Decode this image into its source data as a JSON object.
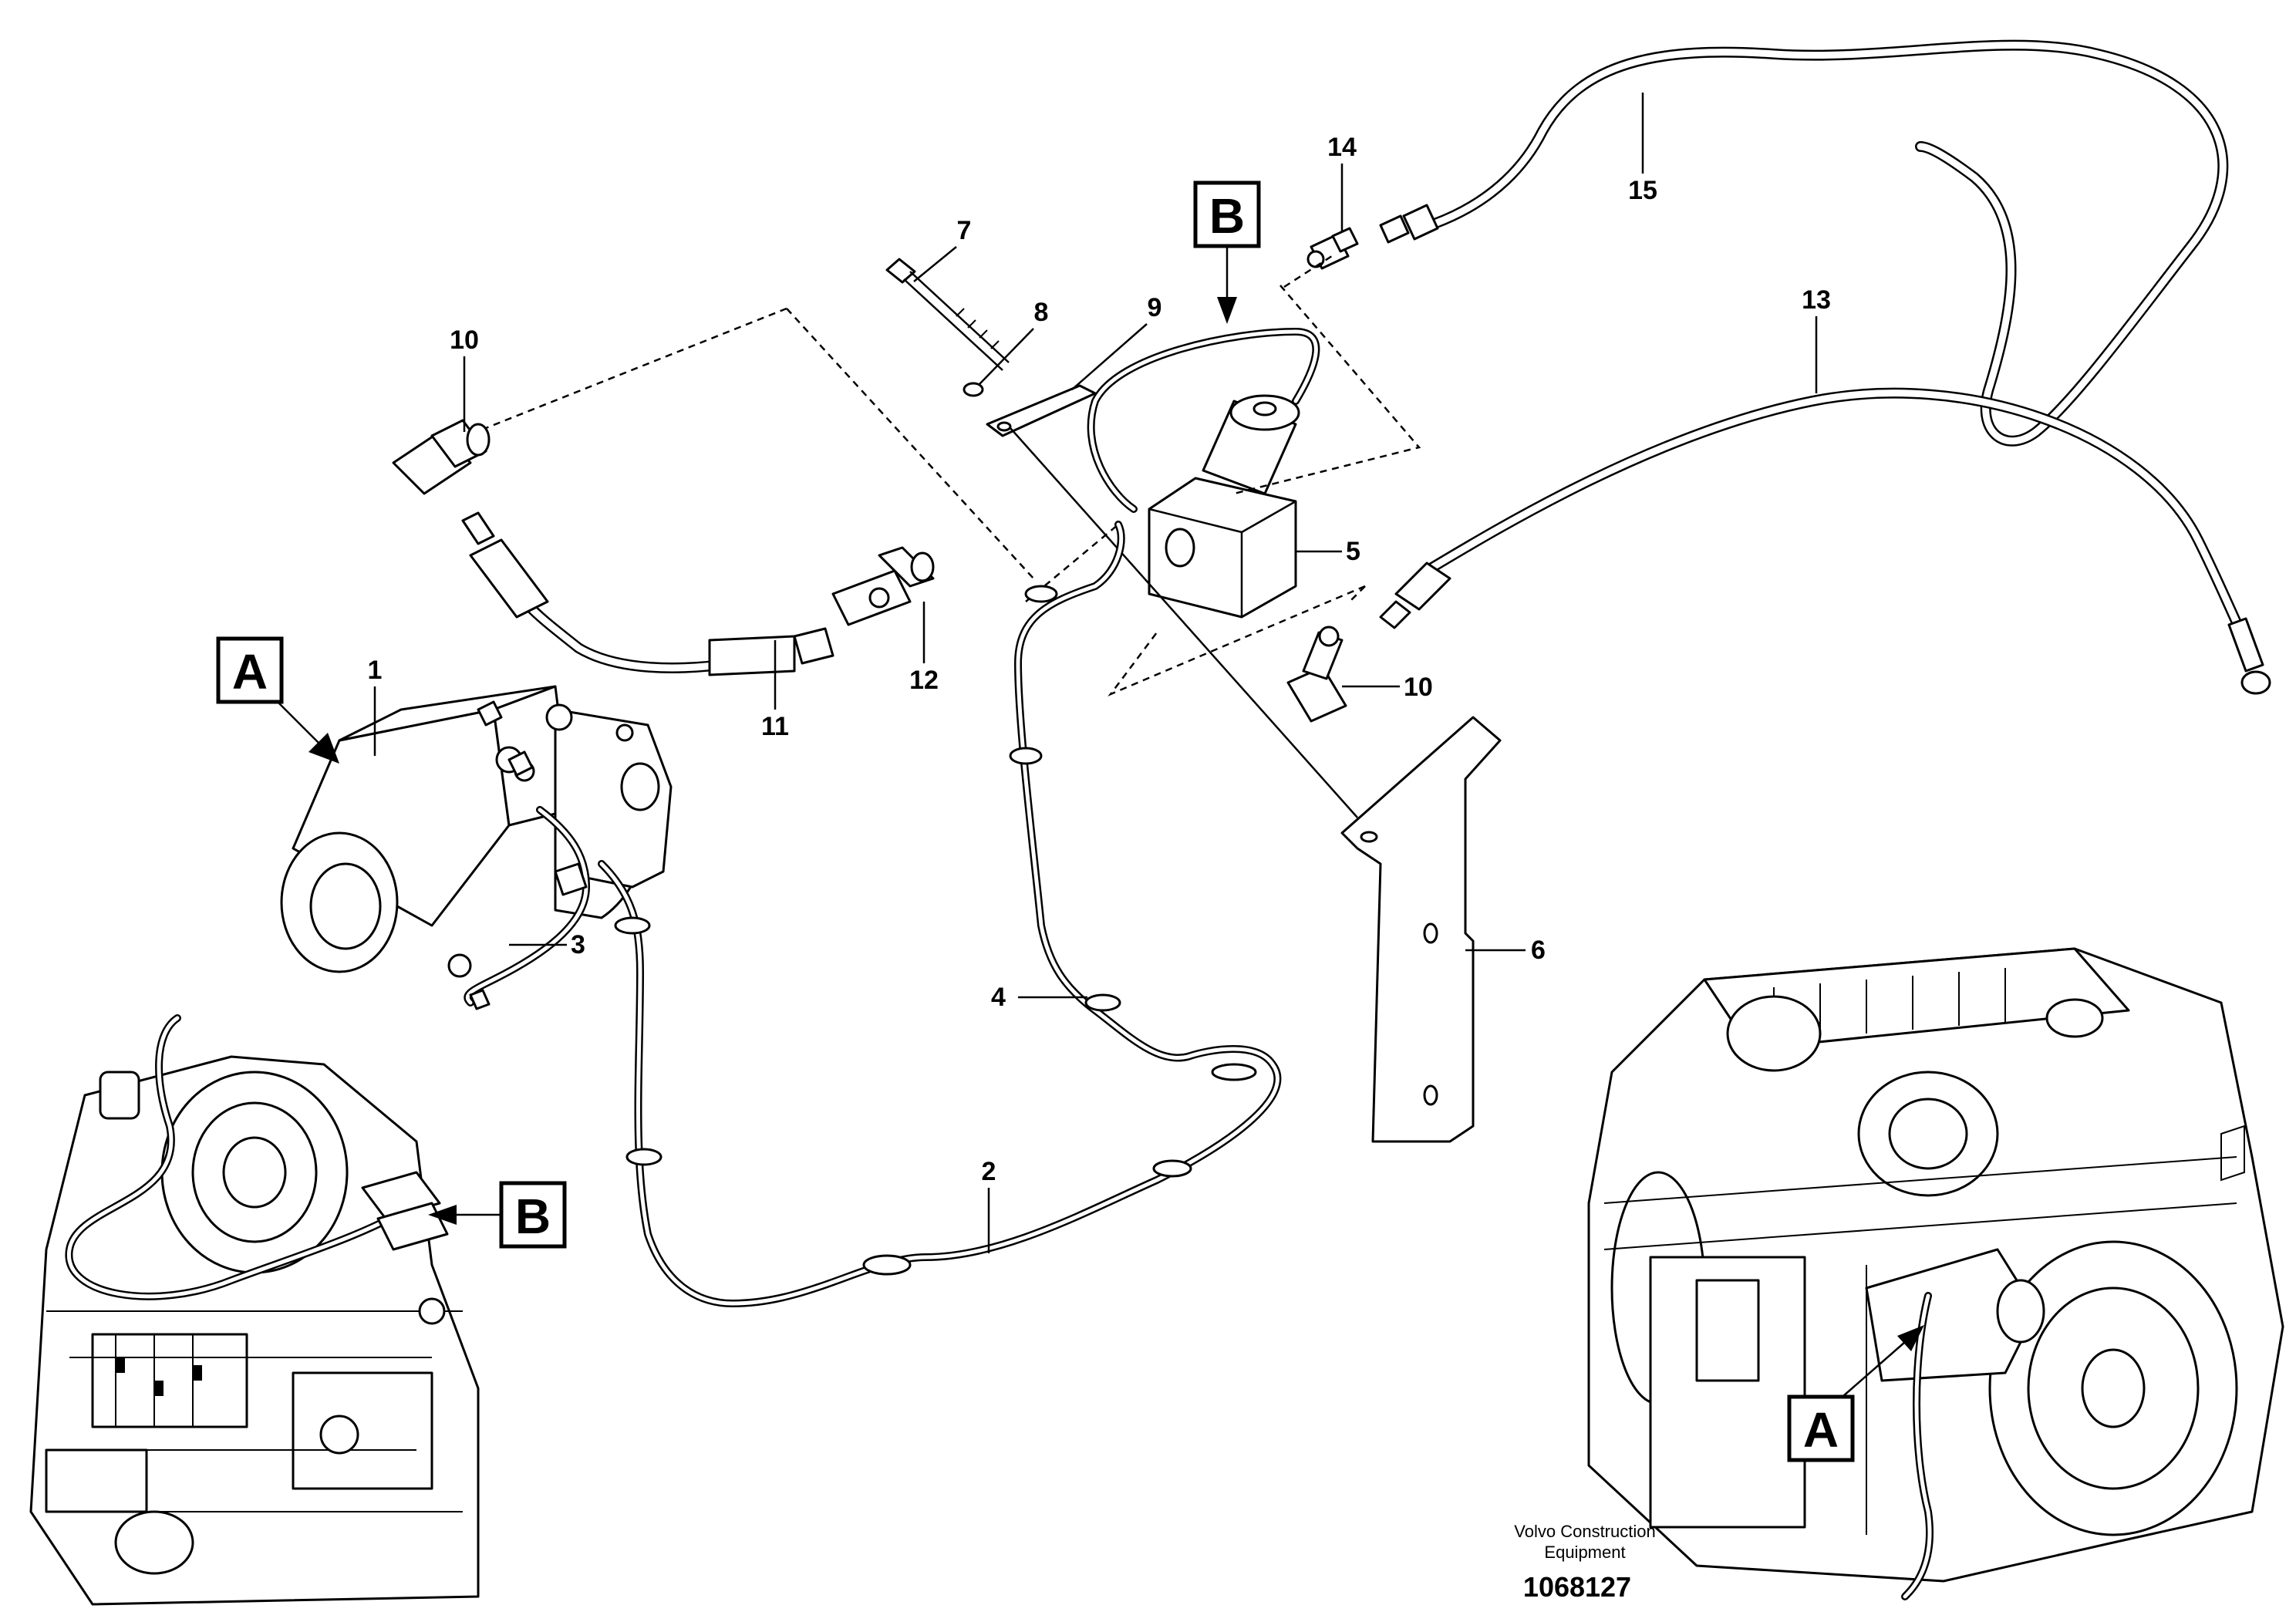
{
  "callouts": {
    "c1": "1",
    "c2": "2",
    "c3": "3",
    "c4": "4",
    "c5": "5",
    "c6": "6",
    "c7": "7",
    "c8": "8",
    "c9": "9",
    "c10a": "10",
    "c10b": "10",
    "c11": "11",
    "c12": "12",
    "c13": "13",
    "c14": "14",
    "c15": "15"
  },
  "view_labels": {
    "a_main": "A",
    "b_main": "B",
    "b_transmission": "B",
    "a_engine": "A"
  },
  "credit": {
    "line1": "Volvo Construction",
    "line2": "Equipment"
  },
  "document_number": "1068127"
}
